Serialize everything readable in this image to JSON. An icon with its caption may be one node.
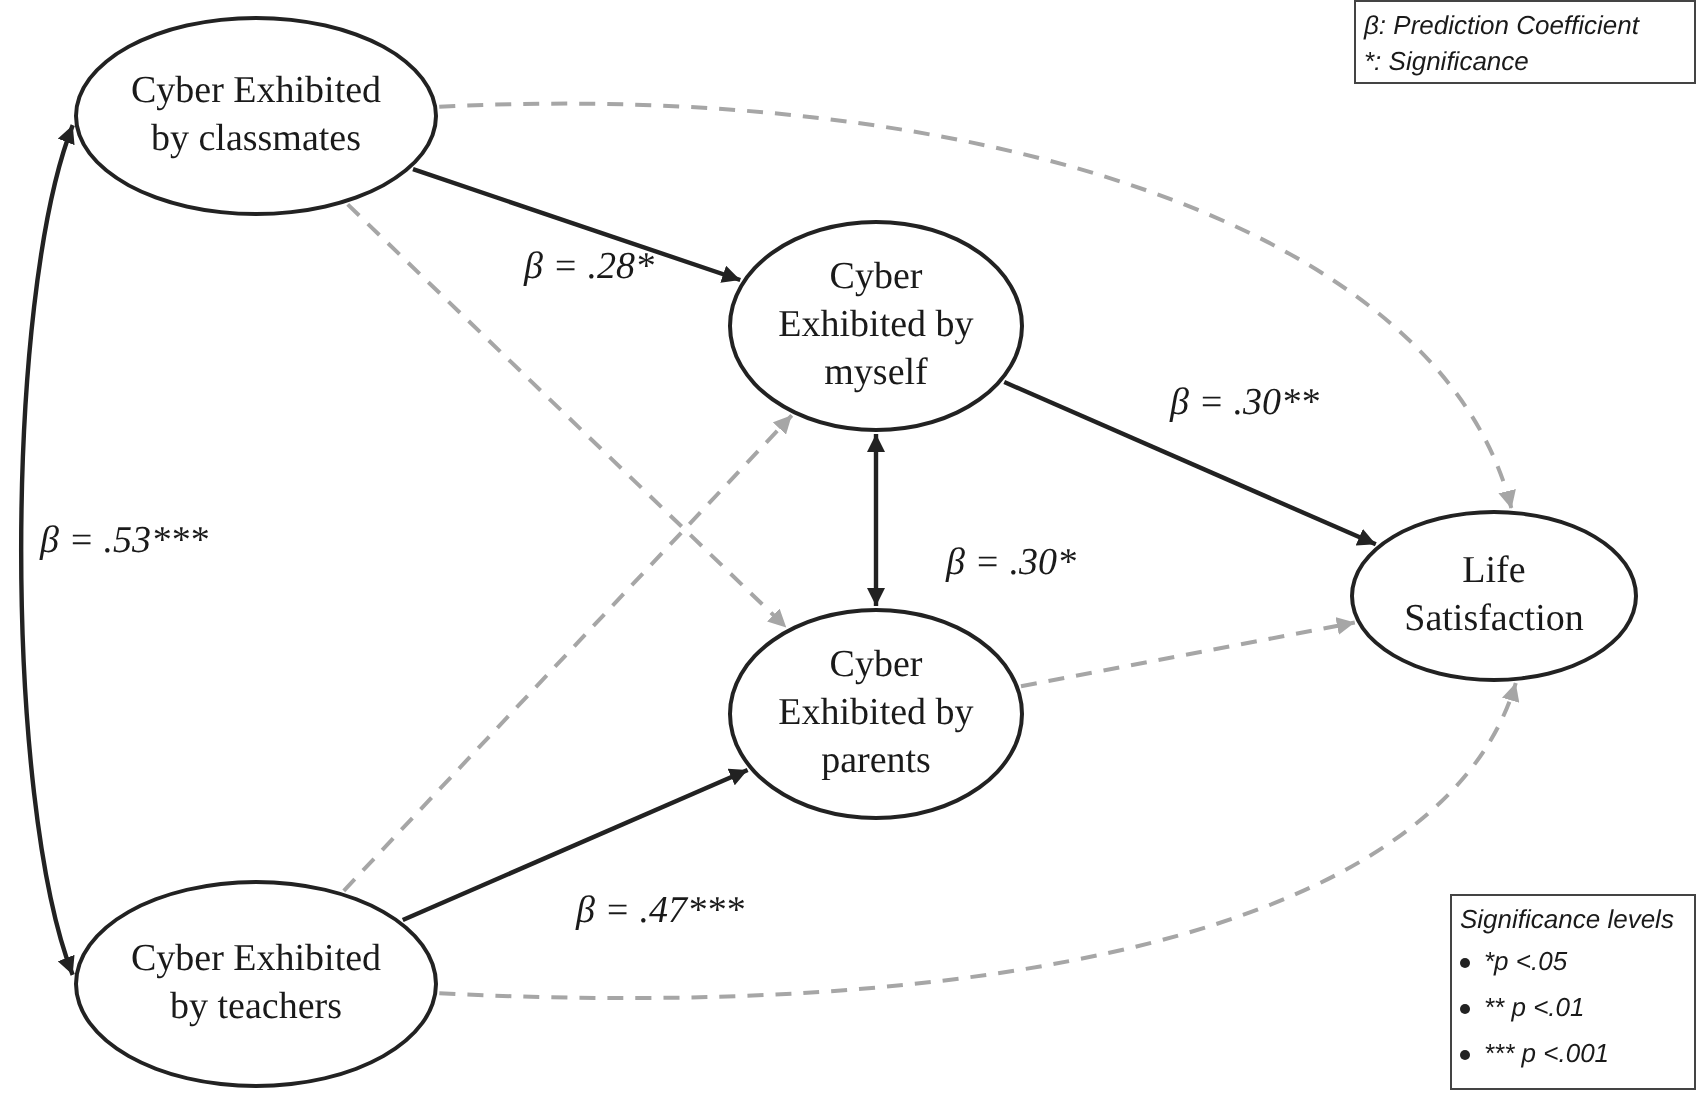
{
  "diagram": {
    "nodes": [
      {
        "text": [
          "Cyber Exhibited by classmates"
        ]
      },
      {
        "text": [
          "Cyber Exhibited by myself"
        ]
      },
      {
        "text": [
          "Life Satisfaction"
        ]
      },
      {
        "text": [
          "Cyber Exhibited by parents"
        ]
      },
      {
        "text": [
          "Cyber Exhibited by teachers"
        ]
      }
    ],
    "edges": [
      {
        "from": 0,
        "to": 1,
        "arrow": "to",
        "label": "β = .28*"
      },
      {
        "from": 1,
        "to": 2,
        "arrow": "to",
        "label": "β = .30**"
      },
      {
        "from": 1,
        "to": 3,
        "arrow": "both",
        "label": "β = .30*"
      },
      {
        "from": 4,
        "to": 3,
        "arrow": "to",
        "label": "β = .47***"
      },
      {
        "from": 0,
        "to": 4,
        "arrow": "both",
        "label": "β = .53***"
      },
      {
        "from": 0,
        "to": 2,
        "arrow": "to",
        "style": "dashed",
        "color": "#a6a6a6"
      },
      {
        "from": 0,
        "to": 3,
        "arrow": "to",
        "style": "dashed",
        "color": "#a6a6a6"
      },
      {
        "from": 4,
        "to": 1,
        "arrow": "to",
        "style": "dashed",
        "color": "#a6a6a6"
      },
      {
        "from": 3,
        "to": 2,
        "arrow": "to",
        "style": "dashed",
        "color": "#a6a6a6"
      },
      {
        "from": 4,
        "to": 2,
        "arrow": "to",
        "style": "dashed",
        "color": "#a6a6a6"
      }
    ],
    "labels": [
      "β: Prediction Coefficient",
      "*: Significance",
      "Significance levels",
      "*p <.05",
      "** p <.01",
      "*** p <.001"
    ]
  }
}
